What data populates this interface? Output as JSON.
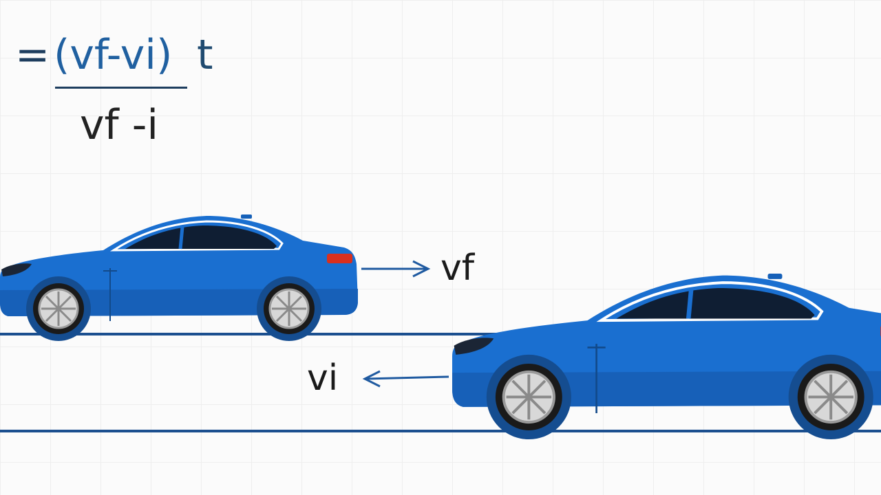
{
  "formula": {
    "equals": "=",
    "numerator": "(vf-vi)",
    "factor": "t",
    "denominator": "vf -i"
  },
  "labels": {
    "final_velocity": "vf",
    "initial_velocity": "vi"
  },
  "colors": {
    "car_body": "#1a6fd0",
    "road_line": "#1b4f8f",
    "arrow": "#1f5aa0",
    "tail_light": "#d9301e"
  }
}
